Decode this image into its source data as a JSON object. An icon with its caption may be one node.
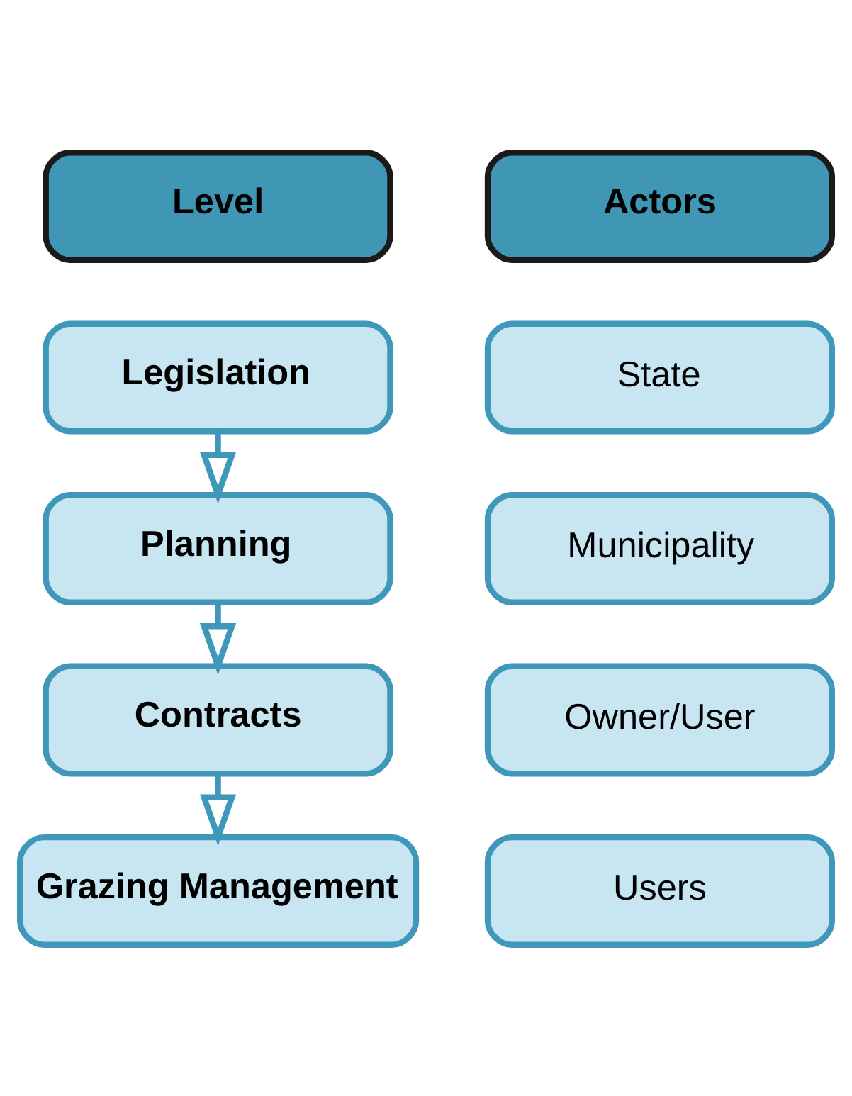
{
  "diagram": {
    "nodes": [
      {
        "text": [
          "Level"
        ]
      },
      {
        "text": [
          "Actors"
        ]
      },
      {
        "text": [
          "Legislation"
        ]
      },
      {
        "text": [
          "State"
        ]
      },
      {
        "text": [
          "Planning"
        ]
      },
      {
        "text": [
          "Municipality"
        ]
      },
      {
        "text": [
          "Contracts"
        ]
      },
      {
        "text": [
          "Owner/User"
        ]
      },
      {
        "text": [
          "Grazing Management"
        ]
      },
      {
        "text": [
          "Users"
        ]
      }
    ],
    "edges": [
      {
        "from": 2,
        "to": 4,
        "arrow": "to"
      },
      {
        "from": 4,
        "to": 6,
        "arrow": "to"
      },
      {
        "from": 6,
        "to": 8,
        "arrow": "to"
      }
    ]
  }
}
